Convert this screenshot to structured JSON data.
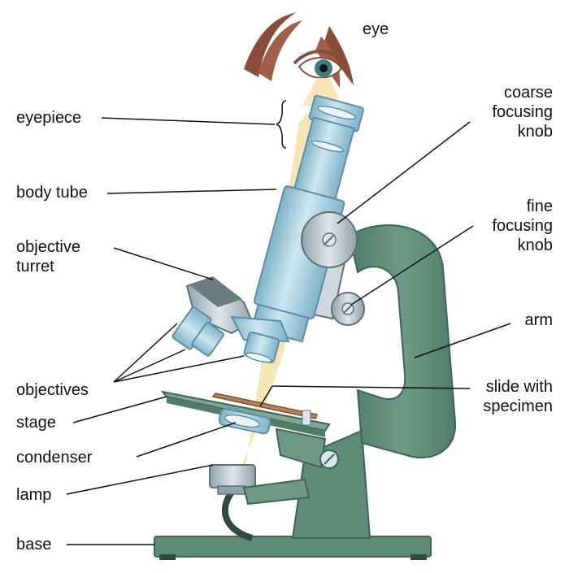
{
  "labels": {
    "eye": "eye",
    "eyepiece": "eyepiece",
    "body_tube": "body tube",
    "objective_turret": "objective\nturret",
    "objectives": "objectives",
    "stage": "stage",
    "condenser": "condenser",
    "lamp": "lamp",
    "base": "base",
    "coarse_focusing_knob": "coarse\nfocusing\nknob",
    "fine_focusing_knob": "fine\nfocusing\nknob",
    "arm": "arm",
    "slide_with_specimen": "slide with\nspecimen"
  },
  "colors": {
    "frame_green": "#5e8a78",
    "frame_dark": "#3d6455",
    "tube_blue": "#a9d2e2",
    "tube_dark": "#6ea3b8",
    "light_beam": "#f7e2ad",
    "label_line": "#111111"
  }
}
